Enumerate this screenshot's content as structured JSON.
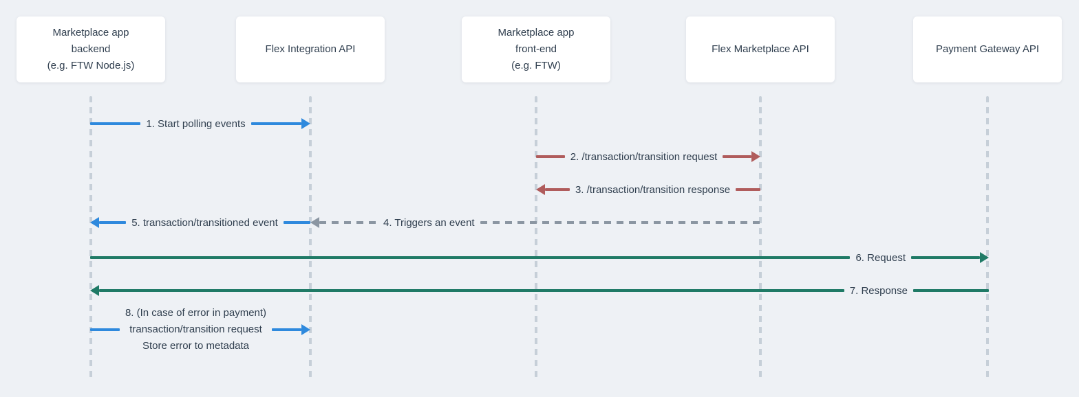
{
  "colors": {
    "background": "#eef1f5",
    "box_background": "#ffffff",
    "text": "#2f3e4e",
    "lifeline": "#c6cfd8",
    "blue": "#2e89dd",
    "red": "#b05c5c",
    "green": "#1f7a66",
    "gray": "#8b96a2"
  },
  "actors": [
    {
      "id": "backend",
      "lines": [
        "Marketplace app",
        "backend",
        "(e.g. FTW Node.js)"
      ]
    },
    {
      "id": "flex-integration-api",
      "lines": [
        "Flex Integration API"
      ]
    },
    {
      "id": "frontend",
      "lines": [
        "Marketplace app",
        "front-end",
        "(e.g. FTW)"
      ]
    },
    {
      "id": "flex-marketplace-api",
      "lines": [
        "Flex Marketplace API"
      ]
    },
    {
      "id": "payment-gateway-api",
      "lines": [
        "Payment Gateway API"
      ]
    }
  ],
  "messages": [
    {
      "label": "1. Start polling events",
      "from": "backend",
      "to": "flex-integration-api",
      "line_style": "solid",
      "color": "blue",
      "direction": "right"
    },
    {
      "label": "2. /transaction/transition request",
      "from": "frontend",
      "to": "flex-marketplace-api",
      "line_style": "solid",
      "color": "red",
      "direction": "right"
    },
    {
      "label": "3. /transaction/transition response",
      "from": "flex-marketplace-api",
      "to": "frontend",
      "line_style": "solid",
      "color": "red",
      "direction": "left"
    },
    {
      "label": "4. Triggers an event",
      "from": "flex-marketplace-api",
      "to": "flex-integration-api",
      "line_style": "dashed",
      "color": "gray",
      "direction": "left"
    },
    {
      "label": "5. transaction/transitioned event",
      "from": "flex-integration-api",
      "to": "backend",
      "line_style": "solid",
      "color": "blue",
      "direction": "left"
    },
    {
      "label": "6. Request",
      "from": "backend",
      "to": "payment-gateway-api",
      "line_style": "solid",
      "color": "green",
      "direction": "right"
    },
    {
      "label": "7. Response",
      "from": "payment-gateway-api",
      "to": "backend",
      "line_style": "solid",
      "color": "green",
      "direction": "left"
    },
    {
      "label_lines": [
        "8. (In case of error in payment)",
        "transaction/transition request",
        "Store error to metadata"
      ],
      "from": "backend",
      "to": "flex-integration-api",
      "line_style": "solid",
      "color": "blue",
      "direction": "right"
    }
  ]
}
